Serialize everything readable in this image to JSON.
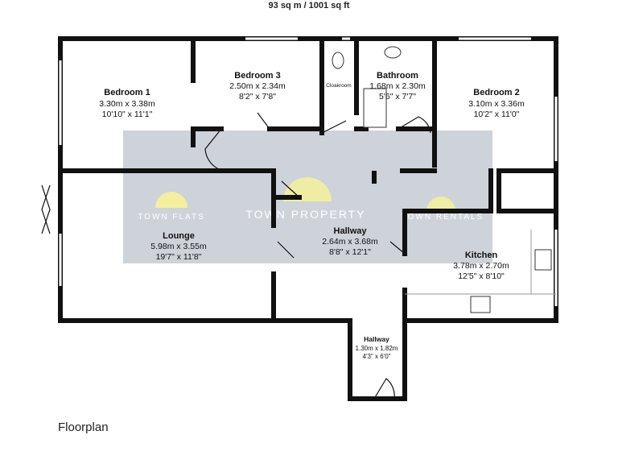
{
  "header": {
    "area": "93 sq m / 1001 sq ft"
  },
  "caption": "Floorplan",
  "rooms": [
    {
      "name": "Bedroom 1",
      "metric": "3.30m x 3.38m",
      "imperial": "10'10\" x 11'1\""
    },
    {
      "name": "Bedroom 3",
      "metric": "2.50m x 2.34m",
      "imperial": "8'2\" x 7'8\""
    },
    {
      "name": "Cloakroom"
    },
    {
      "name": "Bathroom",
      "metric": "1.68m x 2.30m",
      "imperial": "5'6\" x 7'7\""
    },
    {
      "name": "Bedroom 2",
      "metric": "3.10m x 3.36m",
      "imperial": "10'2\" x 11'0\""
    },
    {
      "name": "Lounge",
      "metric": "5.98m x 3.55m",
      "imperial": "19'7\" x 11'8\""
    },
    {
      "name": "Hallway",
      "metric": "2.64m x 3.68m",
      "imperial": "8'8\" x 12'1\""
    },
    {
      "name": "Kitchen",
      "metric": "3.78m x 2.70m",
      "imperial": "12'5\" x 8'10\""
    },
    {
      "name": "Hallway",
      "metric": "1.30m x 1.82m",
      "imperial": "4'3\" x 6'0\""
    }
  ],
  "watermark": {
    "left": "TOWN FLATS",
    "center": "TOWN PROPERTY",
    "right": "TOWN RENTALS"
  },
  "colors": {
    "wall": "#111111",
    "watermark_band": "#c6cad2",
    "logo": "#f3ef9c"
  }
}
